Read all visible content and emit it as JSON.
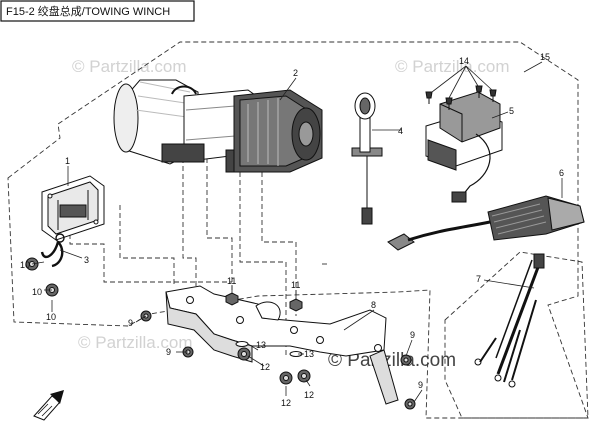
{
  "diagram": {
    "title": "F15-2 绞盘总成/TOWING WINCH",
    "watermark": "© Partzilla.com",
    "parts": [
      {
        "number": "1"
      },
      {
        "number": "2"
      },
      {
        "number": "3"
      },
      {
        "number": "4"
      },
      {
        "number": "5"
      },
      {
        "number": "6"
      },
      {
        "number": "7"
      },
      {
        "number": "8"
      },
      {
        "number": "9"
      },
      {
        "number": "10"
      },
      {
        "number": "11"
      },
      {
        "number": "12"
      },
      {
        "number": "13"
      },
      {
        "number": "14"
      },
      {
        "number": "15"
      }
    ]
  },
  "colors": {
    "line": "#111111",
    "watermark": "#cfcfcf",
    "background": "#ffffff"
  },
  "icons": {
    "front_arrow": "front-direction-arrow-icon"
  }
}
